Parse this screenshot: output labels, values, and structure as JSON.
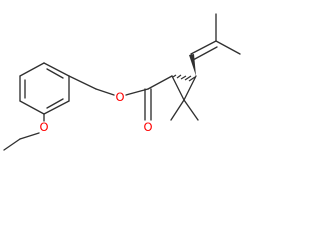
{
  "molecule": {
    "oxygen_color": "#ff0000",
    "bond_color": "#303030",
    "atoms": {
      "ether_oxygen": "O",
      "ester_oxygen": "O",
      "carbonyl_oxygen": "O"
    }
  }
}
